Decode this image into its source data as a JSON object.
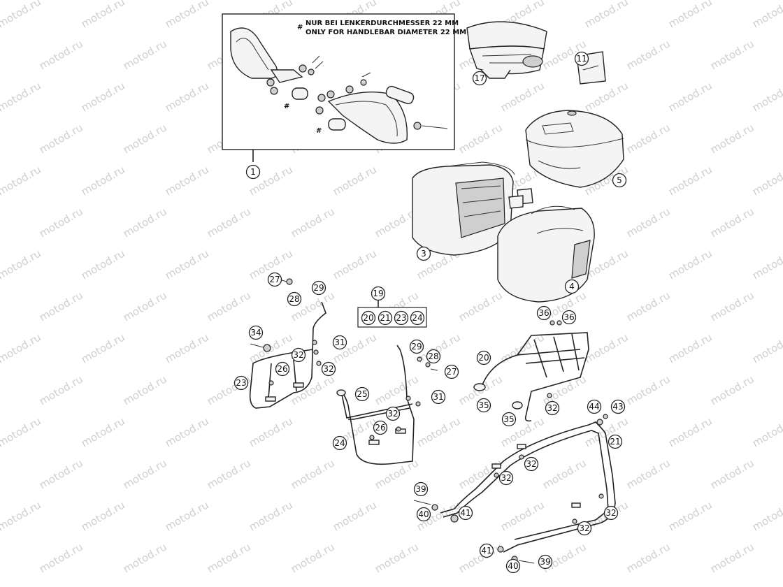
{
  "watermark": "motod.ru",
  "note": {
    "symbol": "#",
    "line1": "NUR BEI LENKERDURCHMESSER 22 MM",
    "line2": "ONLY FOR HANDLEBAR DIAMETER 22 MM"
  },
  "callouts": {
    "c1": "1",
    "c3": "3",
    "c4": "4",
    "c5": "5",
    "c11": "11",
    "c17": "17",
    "c19": "19",
    "c20a": "20",
    "c21a": "21",
    "c23a": "23",
    "c24a": "24",
    "c27a": "27",
    "c28a": "28",
    "c29a": "29",
    "c34": "34",
    "c31a": "31",
    "c32a": "32",
    "c26a": "26",
    "c32b": "32",
    "c23": "23",
    "c29b": "29",
    "c28b": "28",
    "c27b": "27",
    "c25": "25",
    "c31b": "31",
    "c32c": "32",
    "c26b": "26",
    "c24": "24",
    "c36a": "36",
    "c36b": "36",
    "c20": "20",
    "c35a": "35",
    "c35b": "35",
    "c32d": "32",
    "c44": "44",
    "c43": "43",
    "c21": "21",
    "c32e": "32",
    "c32f": "32",
    "c39a": "39",
    "c40a": "40",
    "c41a": "41",
    "c32g": "32",
    "c32h": "32",
    "c41b": "41",
    "c40b": "40",
    "c39b": "39"
  }
}
